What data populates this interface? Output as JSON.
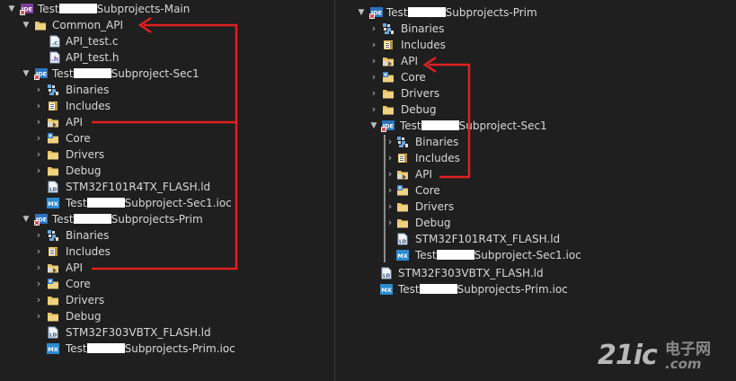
{
  "left_tree": {
    "root": {
      "prefix": "Test",
      "suffix": "Subprojects-Main"
    },
    "common_api": {
      "label": "Common_API",
      "files": [
        "API_test.c",
        "API_test.h"
      ]
    },
    "sec1": {
      "prefix": "Test",
      "suffix": "Subproject-Sec1",
      "items": [
        "Binaries",
        "Includes",
        "API",
        "Core",
        "Drivers",
        "Debug",
        "STM32F101R4TX_FLASH.ld"
      ],
      "ioc": {
        "prefix": "Test",
        "suffix": "Subproject-Sec1.ioc"
      }
    },
    "prim": {
      "prefix": "Test",
      "suffix": "Subprojects-Prim",
      "items": [
        "Binaries",
        "Includes",
        "API",
        "Core",
        "Drivers",
        "Debug",
        "STM32F303VBTX_FLASH.ld"
      ],
      "ioc": {
        "prefix": "Test",
        "suffix": "Subprojects-Prim.ioc"
      }
    }
  },
  "right_tree": {
    "root": {
      "prefix": "Test",
      "suffix": "Subprojects-Prim"
    },
    "items": [
      "Binaries",
      "Includes",
      "API",
      "Core",
      "Drivers",
      "Debug"
    ],
    "sec1": {
      "prefix": "Test",
      "suffix": "Subproject-Sec1",
      "items": [
        "Binaries",
        "Includes",
        "API",
        "Core",
        "Drivers",
        "Debug",
        "STM32F101R4TX_FLASH.ld"
      ],
      "ioc": {
        "prefix": "Test",
        "suffix": "Subproject-Sec1.ioc"
      }
    },
    "ld": "STM32F303VBTX_FLASH.ld",
    "ioc": {
      "prefix": "Test",
      "suffix": "Subprojects-Prim.ioc"
    }
  },
  "icons": {
    "project": "ide-project-icon",
    "folder": "folder-icon",
    "binaries": "binaries-icon",
    "includes": "includes-icon",
    "linked_folder": "linked-folder-icon",
    "source_folder": "source-folder-icon",
    "file_c": "c-file-icon",
    "file_h": "h-file-icon",
    "ld_file": "linker-file-icon",
    "mx_file": "mx-file-icon"
  },
  "colors": {
    "background": "#1f1f1f",
    "text": "#d7d7d7",
    "annotation": "#e02020",
    "redaction": "#ffffff"
  },
  "watermark": {
    "logo": "21ic",
    "cn": "电子网",
    "domain": ".com"
  }
}
